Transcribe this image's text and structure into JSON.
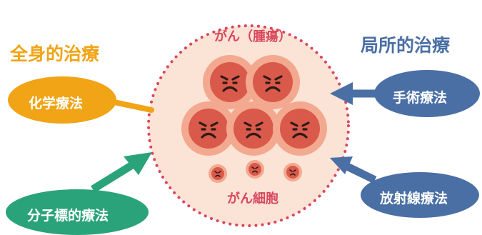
{
  "colors": {
    "systemic": "#f0a416",
    "local": "#4a6fa5",
    "molecular": "#2aa37a",
    "circle_fill": "#fbe3d6",
    "circle_dots": "#d8475c",
    "tumor_outer": "#f3a98f",
    "tumor_inner": "#d9594a",
    "face": "#2b1a18"
  },
  "headings": {
    "systemic": "全身的治療",
    "local": "局所的治療"
  },
  "circle": {
    "tumor_label": "がん（腫瘍）",
    "cells_label": "がん細胞"
  },
  "treatments": {
    "chemotherapy": "化学療法",
    "surgery": "手術療法",
    "molecular": "分子標的療法",
    "radiation": "放射線療法"
  }
}
